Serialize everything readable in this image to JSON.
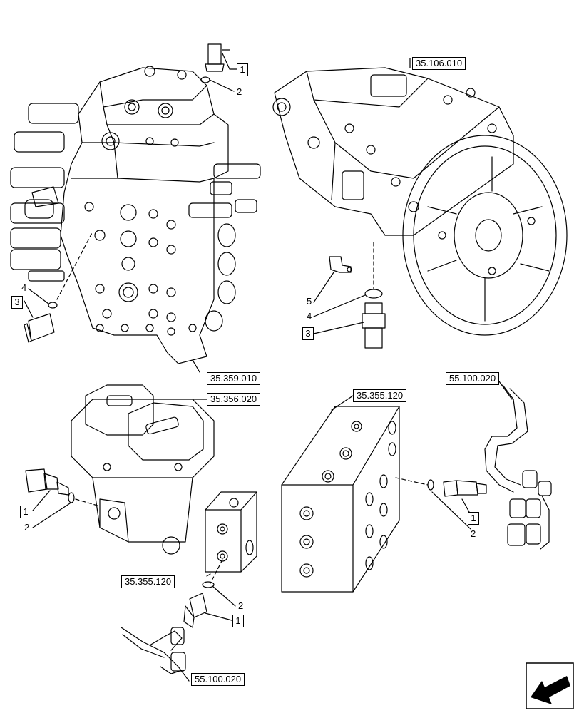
{
  "references": {
    "r_35_106_010": "35.106.010",
    "r_35_359_010": "35.359.010",
    "r_35_356_020": "35.356.020",
    "r_35_355_120_top": "35.355.120",
    "r_35_355_120_bottom": "35.355.120",
    "r_55_100_020_top": "55.100.020",
    "r_55_100_020_bottom": "55.100.020"
  },
  "callouts": {
    "top_sensor_box": "1",
    "top_sensor_ring": "2",
    "left_valve_ring": "4",
    "left_valve_sensor_box": "3",
    "pump_fitting": "5",
    "pump_ring": "4",
    "pump_sensor_box": "3",
    "pedal_sensor_box": "1",
    "pedal_ring": "2",
    "block_sensor_box": "1",
    "block_ring": "2",
    "small_block_ring": "2",
    "small_block_sensor_box": "1"
  },
  "icons": {
    "navigation": "next-page-arrow-icon"
  },
  "colors": {
    "line": "#000000",
    "background": "#ffffff"
  }
}
